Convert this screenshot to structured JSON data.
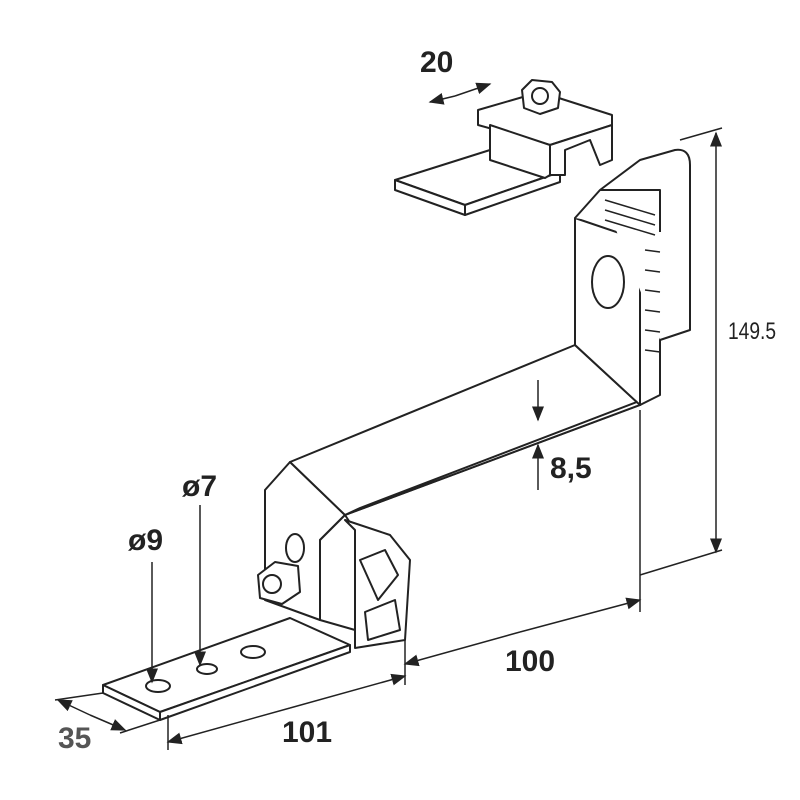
{
  "title": "Roof hook bracket dimension drawing",
  "dimensions": {
    "clamp_width": "20",
    "height": "149.5",
    "thickness": "8,5",
    "hole_small": "ø7",
    "hole_large": "ø9",
    "reach": "100",
    "base_length": "101",
    "base_width": "35"
  },
  "colors": {
    "line": "#222222",
    "fill": "#ffffff"
  }
}
